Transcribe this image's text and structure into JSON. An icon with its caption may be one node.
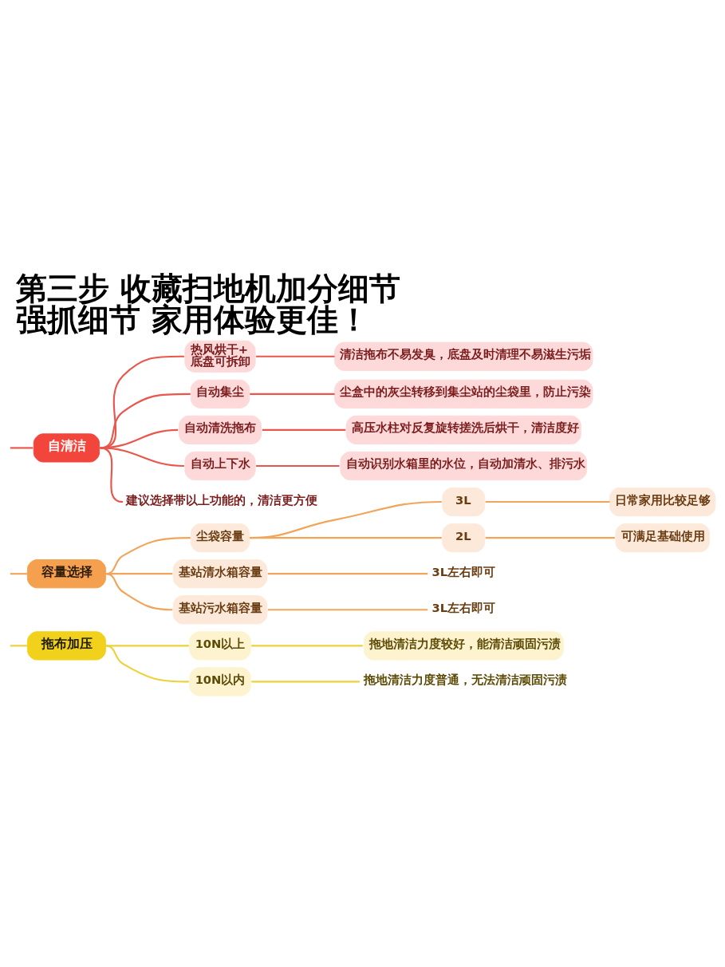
{
  "diagram": {
    "title": "第三步 收藏扫地机加分细节强抓细节 家用体验更佳！",
    "nodes": [
      {
        "text": [
          "自清洁"
        ]
      },
      {
        "text": [
          "热风烘干+底盘可拆卸"
        ]
      },
      {
        "text": [
          "清洁拖布不易发臭，底盘及时清理不易滋生污垢"
        ]
      },
      {
        "text": [
          "自动集尘"
        ]
      },
      {
        "text": [
          "尘盒中的灰尘转移到集尘站的尘袋里，防止污染"
        ]
      },
      {
        "text": [
          "自动清洗拖布"
        ]
      },
      {
        "text": [
          "高压水柱对反复旋转搓洗后烘干，清洁度好"
        ]
      },
      {
        "text": [
          "自动上下水"
        ]
      },
      {
        "text": [
          "自动识别水箱里的水位，自动加清水、排污水"
        ]
      },
      {
        "text": [
          "建议选择带以上功能的，清洁更方便"
        ]
      },
      {
        "text": [
          "容量选择"
        ]
      },
      {
        "text": [
          "尘袋容量"
        ]
      },
      {
        "text": [
          "3L"
        ]
      },
      {
        "text": [
          "日常家用比较足够"
        ]
      },
      {
        "text": [
          "2L"
        ]
      },
      {
        "text": [
          "可满足基础使用"
        ]
      },
      {
        "text": [
          "基站清水箱容量"
        ]
      },
      {
        "text": [
          "3L左右即可"
        ]
      },
      {
        "text": [
          "基站污水箱容量"
        ]
      },
      {
        "text": [
          "3L左右即可"
        ]
      },
      {
        "text": [
          "拖布加压"
        ]
      },
      {
        "text": [
          "10N以上"
        ]
      },
      {
        "text": [
          "拖地清洁力度较好，能清洁顽固污渍"
        ]
      },
      {
        "text": [
          "10N以内"
        ]
      },
      {
        "text": [
          "拖地清洁力度普通，无法清洁顽固污渍"
        ]
      }
    ],
    "edges": [
      {
        "from": null,
        "to": 0,
        "arrow": "none",
        "color": "#e8564c"
      },
      {
        "from": 0,
        "to": 1,
        "arrow": "none",
        "color": "#e8564c"
      },
      {
        "from": 1,
        "to": 2,
        "arrow": "none",
        "color": "#e8564c"
      },
      {
        "from": 0,
        "to": 3,
        "arrow": "none",
        "color": "#e8564c"
      },
      {
        "from": 3,
        "to": 4,
        "arrow": "none",
        "color": "#e8564c"
      },
      {
        "from": 0,
        "to": 5,
        "arrow": "none",
        "color": "#e8564c"
      },
      {
        "from": 5,
        "to": 6,
        "arrow": "none",
        "color": "#e8564c"
      },
      {
        "from": 0,
        "to": 7,
        "arrow": "none",
        "color": "#e8564c"
      },
      {
        "from": 7,
        "to": 8,
        "arrow": "none",
        "color": "#e8564c"
      },
      {
        "from": 0,
        "to": 9,
        "arrow": "none",
        "color": "#e8564c"
      },
      {
        "from": null,
        "to": 10,
        "arrow": "none",
        "color": "#f0a55a"
      },
      {
        "from": 10,
        "to": 11,
        "arrow": "none",
        "color": "#f0a55a"
      },
      {
        "from": 11,
        "to": 12,
        "arrow": "none",
        "color": "#f0a55a"
      },
      {
        "from": 12,
        "to": 13,
        "arrow": "none",
        "color": "#f0a55a"
      },
      {
        "from": 11,
        "to": 14,
        "arrow": "none",
        "color": "#f0a55a"
      },
      {
        "from": 14,
        "to": 15,
        "arrow": "none",
        "color": "#f0a55a"
      },
      {
        "from": 10,
        "to": 16,
        "arrow": "none",
        "color": "#f0a55a"
      },
      {
        "from": 16,
        "to": 17,
        "arrow": "none",
        "color": "#f0a55a"
      },
      {
        "from": 10,
        "to": 18,
        "arrow": "none",
        "color": "#f0a55a"
      },
      {
        "from": 18,
        "to": 19,
        "arrow": "none",
        "color": "#f0a55a"
      },
      {
        "from": null,
        "to": 20,
        "arrow": "none",
        "color": "#ecd23a"
      },
      {
        "from": 20,
        "to": 21,
        "arrow": "none",
        "color": "#ecd23a"
      },
      {
        "from": 21,
        "to": 22,
        "arrow": "none",
        "color": "#ecd23a"
      },
      {
        "from": 20,
        "to": 23,
        "arrow": "none",
        "color": "#ecd23a"
      },
      {
        "from": 23,
        "to": 24,
        "arrow": "none",
        "color": "#ecd23a"
      }
    ]
  }
}
